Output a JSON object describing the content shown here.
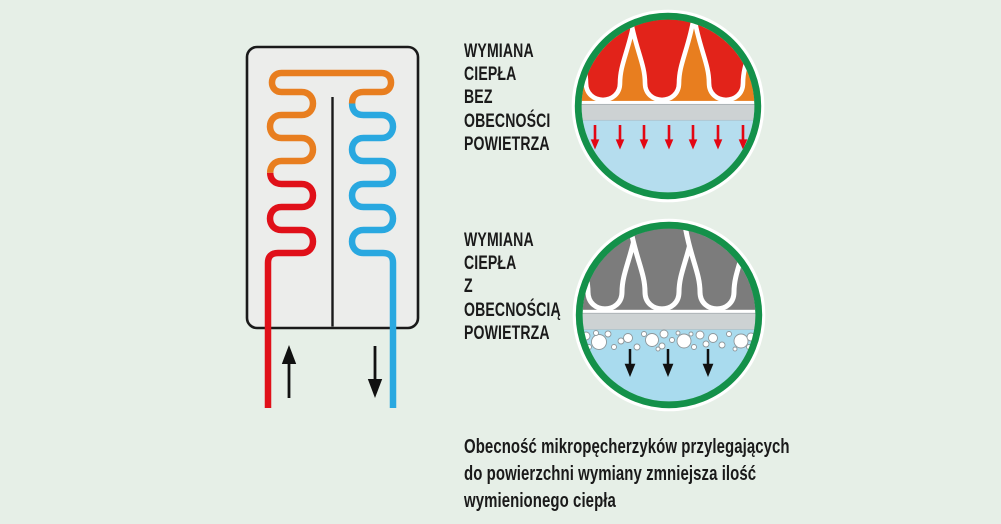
{
  "labels": {
    "without_air": [
      "WYMIANA",
      "CIEPŁA",
      "BEZ",
      "OBECNOŚCI",
      "POWIETRZA"
    ],
    "with_air": [
      "WYMIANA",
      "CIEPŁA",
      "Z",
      "OBECNOŚCIĄ",
      "POWIETRZA"
    ],
    "caption": [
      "Obecność mikropęcherzyków przylegających",
      "do powierzchni wymiany zmniejsza ilość",
      "wymienionego ciepła"
    ]
  },
  "colors": {
    "background": "#e6efe7",
    "panel_fill": "#ecedeb",
    "outline_black": "#1a1a1a",
    "hot_pipe_orange": "#e87e1f",
    "hot_pipe_red": "#e01019",
    "cold_pipe_blue": "#29a8e0",
    "circle_ring_green": "#14914a",
    "flame_red": "#e2231a",
    "heat_arrow_red": "#e30613",
    "exchange_surface_gray": "#cdd2d3",
    "air_layer_gray": "#7c7c7c",
    "clean_water_blue": "#b5ddee",
    "aerated_water_blue": "#a9dbee",
    "text": "#1a1a1a"
  },
  "icons": {
    "hot_inlet": "arrow-up",
    "cold_outlet": "arrow-down",
    "heat_flux_without_air": "red-down-arrows",
    "heat_flux_with_air": "black-down-arrows",
    "air_microbubbles": "bubble-cluster"
  }
}
